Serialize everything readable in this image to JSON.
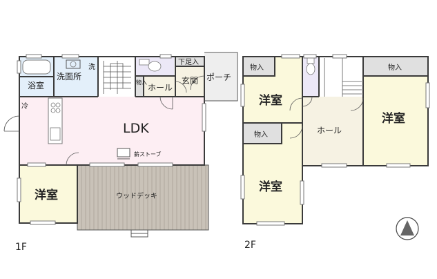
{
  "floors": {
    "first": {
      "label": "1F",
      "rooms": {
        "bath": "浴室",
        "washroom": "洗面所",
        "wash": "洗",
        "fridge": "冷",
        "storage": "物入",
        "hall": "ホール",
        "shoe_storage": "下足入",
        "entrance": "玄関",
        "porch": "ポーチ",
        "ldk": "LDK",
        "wood_stove": "薪ストーブ",
        "western_room": "洋室",
        "wood_deck": "ウッドデッキ"
      }
    },
    "second": {
      "label": "2F",
      "rooms": {
        "storage_1": "物入",
        "western_room_1": "洋室",
        "storage_2": "物入",
        "western_room_2": "洋室",
        "hall": "ホール",
        "storage_3": "物入",
        "western_room_3": "洋室"
      }
    }
  },
  "colors": {
    "ldk": "#fdeef3",
    "western_room": "#fbf9dc",
    "bath": "#e3effa",
    "toilet": "#ece8f7",
    "hall": "#f6f2e3",
    "wood_deck": "#c9c2b8",
    "storage": "#e0e0e0",
    "porch": "#eeeeee"
  }
}
